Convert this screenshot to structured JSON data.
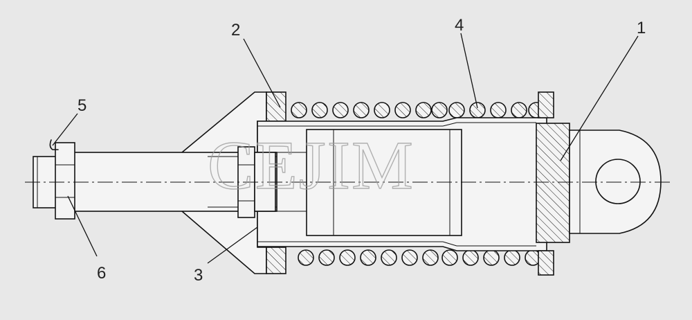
{
  "watermark": "CEJIM",
  "callouts": [
    {
      "id": "1",
      "label": "1"
    },
    {
      "id": "2",
      "label": "2"
    },
    {
      "id": "3",
      "label": "3"
    },
    {
      "id": "4",
      "label": "4"
    },
    {
      "id": "5",
      "label": "5"
    },
    {
      "id": "6",
      "label": "6"
    }
  ],
  "colors": {
    "background": "#e8e8e8",
    "line": "#111111",
    "watermark": "#9a9a9a"
  }
}
